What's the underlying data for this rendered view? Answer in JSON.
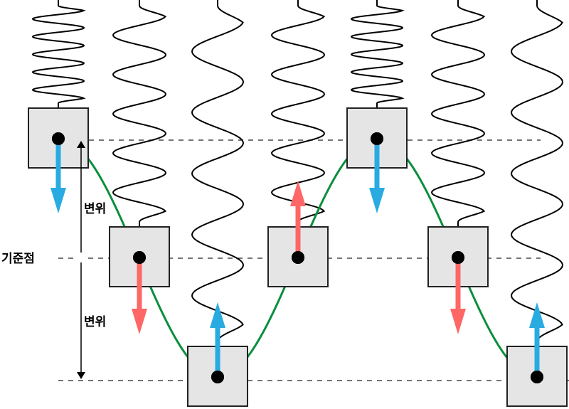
{
  "labels": {
    "equilibrium": "기준점",
    "displacement_upper": "변위",
    "displacement_lower": "변위"
  },
  "colors": {
    "spring": "#000000",
    "box_fill": "#e5e5e5",
    "box_stroke": "#222222",
    "curve": "#0a8f3c",
    "velocity_arrow": "#29abe2",
    "acceleration_arrow": "#ff6666",
    "dashed": "#222222"
  },
  "diagram": {
    "levels": [
      "top",
      "middle",
      "bottom"
    ],
    "masses": [
      {
        "position": "top",
        "arrow": "velocity",
        "direction": "down"
      },
      {
        "position": "middle",
        "arrow": "acceleration",
        "direction": "down"
      },
      {
        "position": "bottom",
        "arrow": "velocity",
        "direction": "up"
      },
      {
        "position": "middle",
        "arrow": "acceleration",
        "direction": "up"
      },
      {
        "position": "top",
        "arrow": "velocity",
        "direction": "down"
      },
      {
        "position": "middle",
        "arrow": "acceleration",
        "direction": "down"
      },
      {
        "position": "bottom",
        "arrow": "velocity",
        "direction": "up"
      }
    ]
  }
}
